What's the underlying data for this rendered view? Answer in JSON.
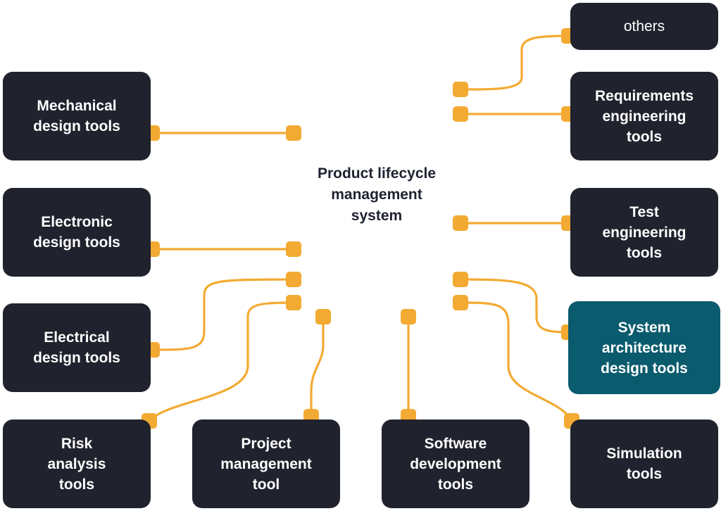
{
  "center": {
    "label": "Product lifecycle\nmanagement\nsystem"
  },
  "tools": {
    "others": "others",
    "requirements": "Requirements\nengineering\ntools",
    "mechanical": "Mechanical\ndesign tools",
    "electronic": "Electronic\ndesign tools",
    "test": "Test\nengineering\ntools",
    "electrical": "Electrical\ndesign tools",
    "system_architecture": "System\narchitecture\ndesign tools",
    "risk": "Risk\nanalysis\ntools",
    "project": "Project\nmanagement\ntool",
    "software": "Software\ndevelopment\ntools",
    "simulation": "Simulation\ntools"
  },
  "colors": {
    "box": "#20222d",
    "highlight_box": "#0a5b6e",
    "connector": "#f3aa32",
    "center_text": "#1e2230",
    "box_text": "#ffffff"
  }
}
